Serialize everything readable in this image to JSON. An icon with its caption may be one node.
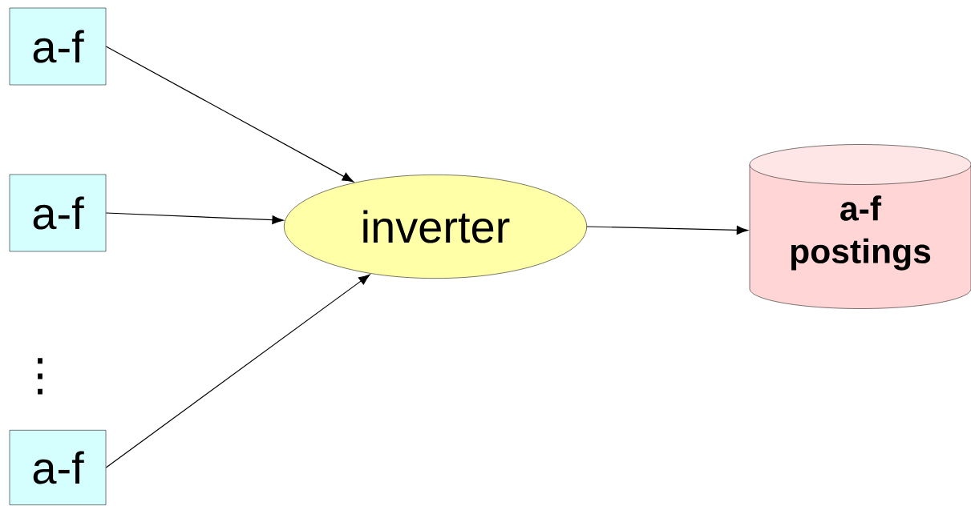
{
  "diagram": {
    "nodes": [
      {
        "text": [
          "a-f"
        ]
      },
      {
        "text": [
          "a-f"
        ]
      },
      {
        "text": [
          "a-f"
        ]
      },
      {
        "text": [
          "inverter"
        ]
      },
      {
        "text": [
          "a-f postings"
        ]
      }
    ],
    "edges": [
      {
        "from": 0,
        "to": 3,
        "arrow": "to"
      },
      {
        "from": 1,
        "to": 3,
        "arrow": "to"
      },
      {
        "from": 2,
        "to": 3,
        "arrow": "to"
      },
      {
        "from": 3,
        "to": 4,
        "arrow": "to"
      }
    ],
    "labels": [
      "⋮"
    ]
  }
}
